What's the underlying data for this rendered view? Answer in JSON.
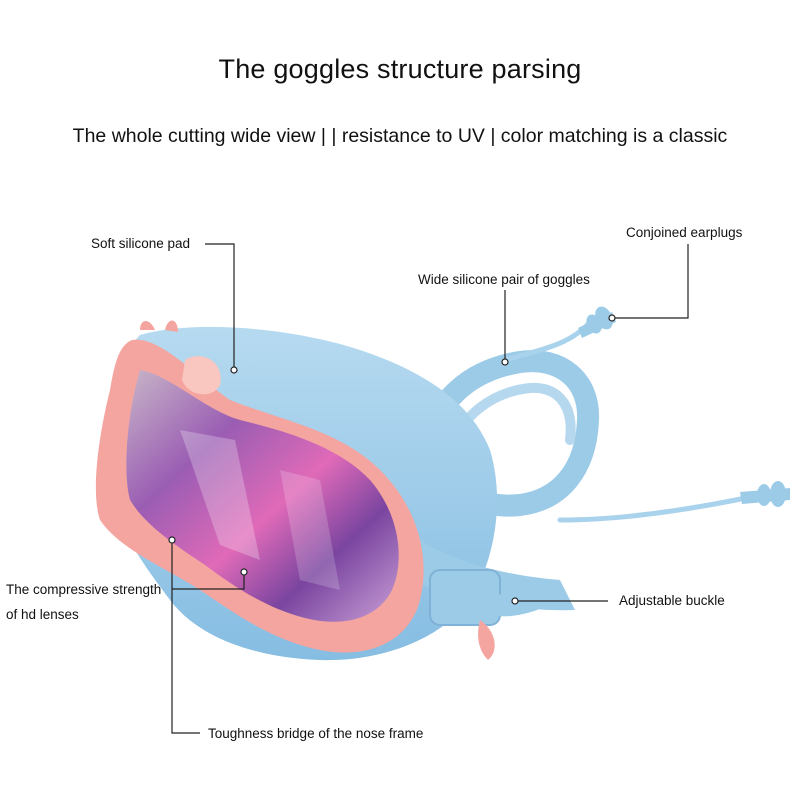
{
  "header": {
    "title": "The goggles structure parsing",
    "subtitle": "The whole cutting wide view | | resistance to UV | color matching is a classic"
  },
  "callouts": {
    "soft_pad": "Soft silicone pad",
    "earplugs": "Conjoined earplugs",
    "wide_strap": "Wide silicone pair of goggles",
    "lens_line1": "The compressive strength",
    "lens_line2": "of hd lenses",
    "buckle": "Adjustable buckle",
    "nose_bridge": "Toughness bridge of the nose frame"
  },
  "colors": {
    "strap_blue": "#9ccbe8",
    "frame_pink": "#f4a5a0",
    "lens_purple": "#8a4fa8",
    "lens_pink": "#e060b0",
    "leader_line": "#222222"
  }
}
